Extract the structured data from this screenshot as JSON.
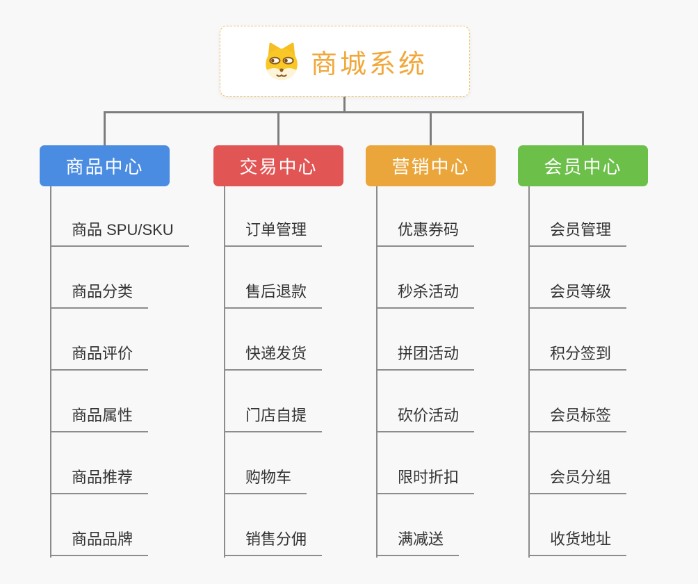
{
  "root": {
    "title": "商城系统",
    "icon": "dog-face-icon",
    "title_color": "#f0a83a",
    "border_color": "#f3be66"
  },
  "connector_color": "#7d7d7d",
  "branches": [
    {
      "label": "商品中心",
      "color": "#4a8ce2",
      "items": [
        "商品 SPU/SKU",
        "商品分类",
        "商品评价",
        "商品属性",
        "商品推荐",
        "商品品牌"
      ]
    },
    {
      "label": "交易中心",
      "color": "#e25555",
      "items": [
        "订单管理",
        "售后退款",
        "快递发货",
        "门店自提",
        "购物车",
        "销售分佣"
      ]
    },
    {
      "label": "营销中心",
      "color": "#eaa63a",
      "items": [
        "优惠券码",
        "秒杀活动",
        "拼团活动",
        "砍价活动",
        "限时折扣",
        "满减送"
      ]
    },
    {
      "label": "会员中心",
      "color": "#6cc04a",
      "items": [
        "会员管理",
        "会员等级",
        "积分签到",
        "会员标签",
        "会员分组",
        "收货地址"
      ]
    }
  ]
}
